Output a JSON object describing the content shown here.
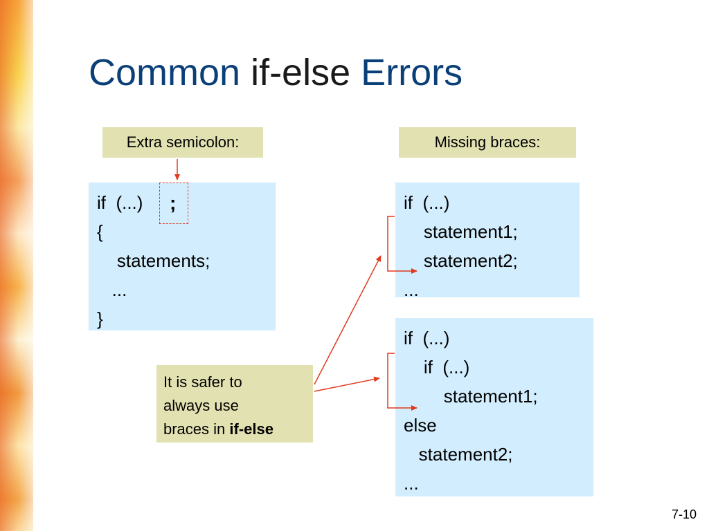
{
  "title": {
    "part1": "Common",
    "part2": "if-else",
    "part3": "Errors"
  },
  "labels": {
    "extra_semicolon": "Extra semicolon:",
    "missing_braces": "Missing braces:"
  },
  "code_left": {
    "lines": [
      "if  (...)",
      "{",
      "    statements;",
      "   ...",
      "}"
    ],
    "semicolon": ";"
  },
  "code_right_top": {
    "lines": [
      "if  (...)",
      "    statement1;",
      "    statement2;",
      "..."
    ]
  },
  "code_right_bottom": {
    "lines": [
      "if  (...)",
      "    if  (...)",
      "        statement1;",
      "else",
      "   statement2;",
      "..."
    ]
  },
  "note": {
    "line1": "It is safer to",
    "line2": "always use",
    "line3_prefix": "braces in ",
    "line3_bold": "if-else"
  },
  "slide_number": "7-10",
  "colors": {
    "title": "#0b3f78",
    "label_bg": "#e2e1b1",
    "code_bg": "#d2edfd",
    "arrow": "#e03a1f"
  }
}
